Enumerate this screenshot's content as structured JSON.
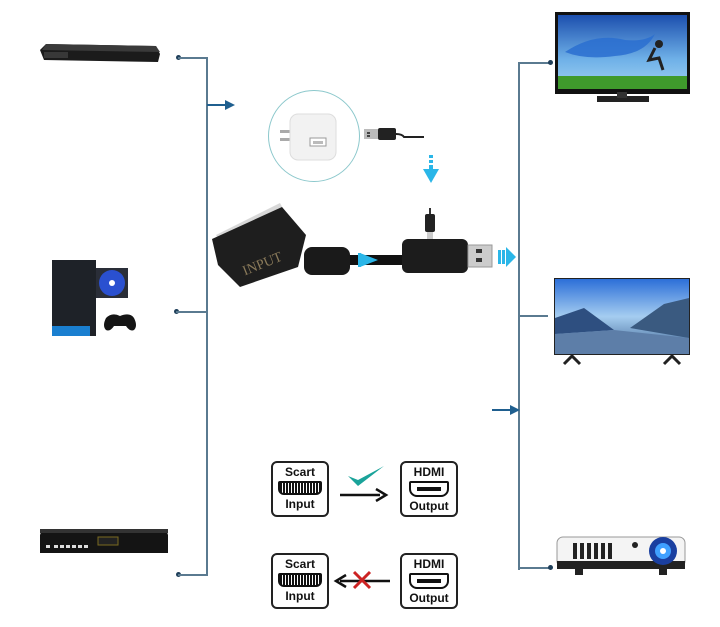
{
  "diagram": {
    "title": "SCART to HDMI converter connection diagram",
    "sources": [
      {
        "name": "DVD / Blu-ray player",
        "icon": "dvd-player-icon"
      },
      {
        "name": "Game console",
        "icon": "game-console-icon"
      },
      {
        "name": "Set-top box / satellite receiver",
        "icon": "set-top-box-icon"
      }
    ],
    "displays": [
      {
        "name": "TV",
        "icon": "tv-icon"
      },
      {
        "name": "Smart TV",
        "icon": "smart-tv-icon"
      },
      {
        "name": "Projector",
        "icon": "projector-icon"
      }
    ],
    "converter": {
      "scart_plug_text": "INPUT",
      "power": "USB power adapter"
    },
    "direction_supported": {
      "from_top": "Scart",
      "from_bottom": "Input",
      "to_top": "HDMI",
      "to_bottom": "Output",
      "status": "check"
    },
    "direction_unsupported": {
      "from_top": "Scart",
      "from_bottom": "Input",
      "to_top": "HDMI",
      "to_bottom": "Output",
      "status": "cross"
    },
    "colors": {
      "line": "#5a7a90",
      "arrow": "#1f5f8f",
      "flow": "#2ab6e8",
      "check": "#1aa39a",
      "cross": "#cc2222"
    }
  }
}
